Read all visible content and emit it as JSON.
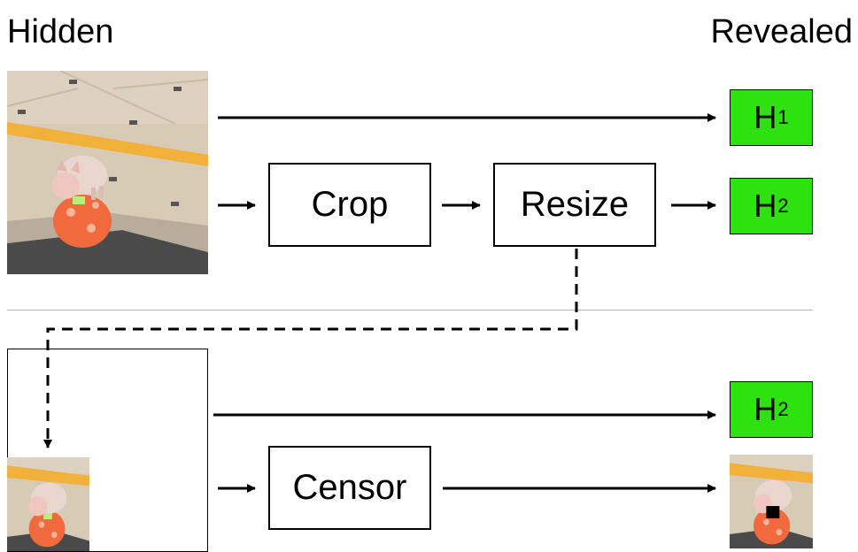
{
  "headings": {
    "hidden": "Hidden",
    "revealed": "Revealed"
  },
  "top_pipeline": {
    "ops": [
      "Crop",
      "Resize"
    ],
    "outputs": [
      {
        "letter": "H",
        "sub": "1"
      },
      {
        "letter": "H",
        "sub": "2"
      }
    ]
  },
  "bottom_pipeline": {
    "ops": [
      "Censor"
    ],
    "outputs": [
      {
        "letter": "H",
        "sub": "2"
      }
    ]
  },
  "colors": {
    "hash_fill": "#2de20e",
    "floor": "#d9cdb9",
    "stripe": "#f3b23a",
    "ball": "#f06a3d",
    "pig": "#e9c8c0"
  }
}
